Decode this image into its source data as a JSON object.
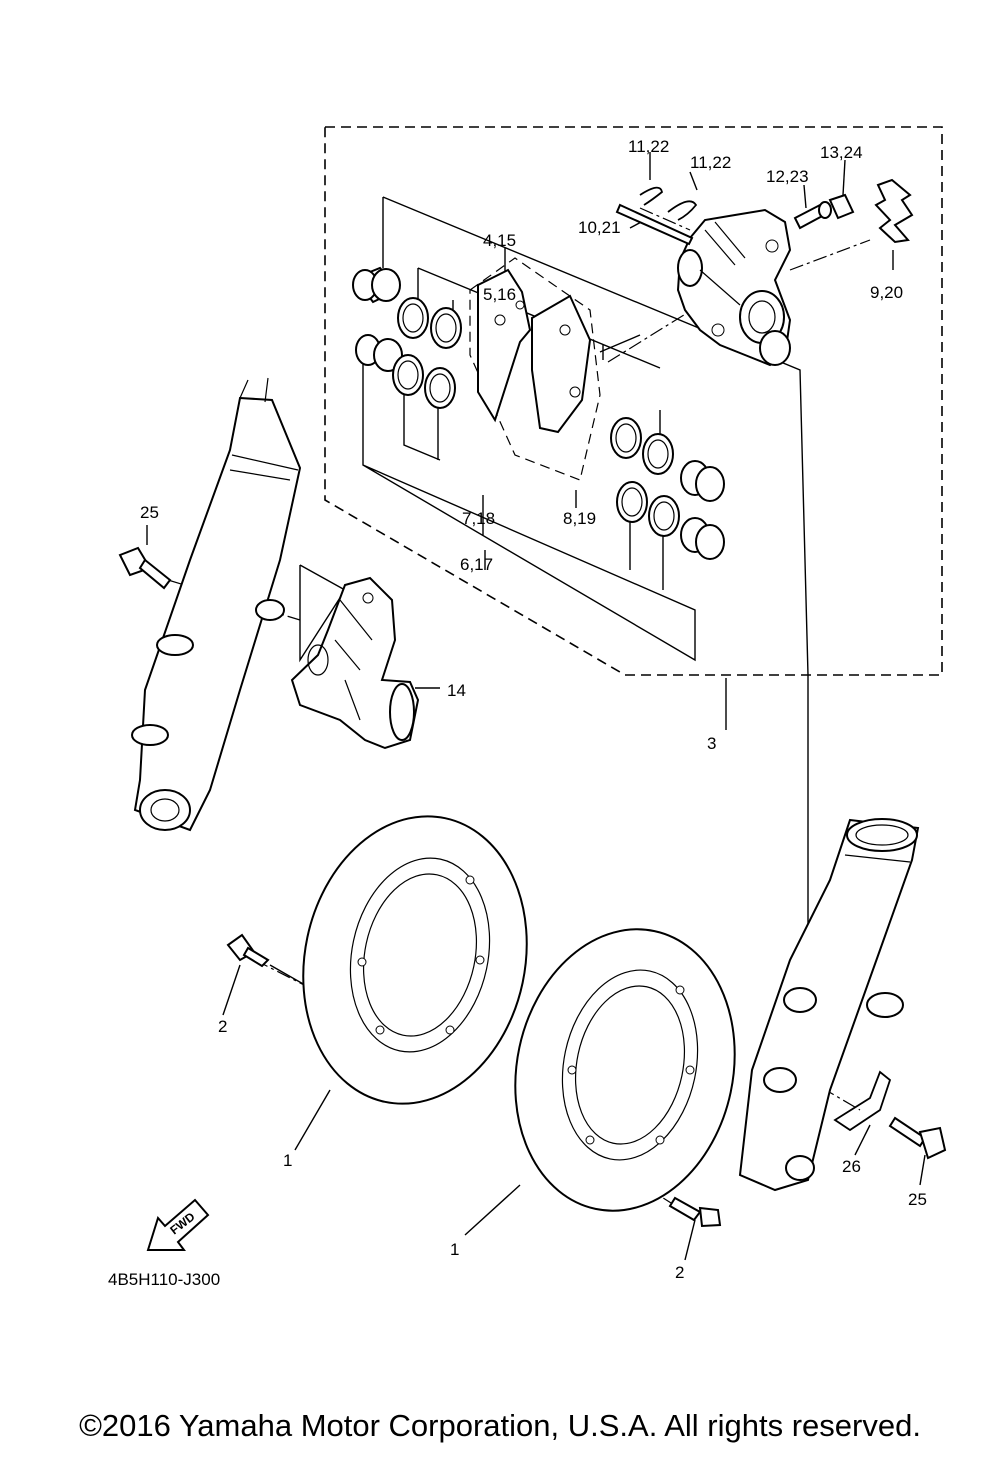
{
  "labels": {
    "l_11_22_a": "11,22",
    "l_11_22_b": "11,22",
    "l_13_24": "13,24",
    "l_12_23": "12,23",
    "l_4_15": "4,15",
    "l_5_16": "5,16",
    "l_10_21": "10,21",
    "l_9_20": "9,20",
    "l_7_18": "7,18",
    "l_8_19": "8,19",
    "l_6_17": "6,17",
    "l_25_left": "25",
    "l_14": "14",
    "l_3": "3",
    "l_2_left": "2",
    "l_1_left": "1",
    "l_1_right": "1",
    "l_2_right": "2",
    "l_26": "26",
    "l_25_right": "25",
    "fwd": "FWD",
    "diagram_code": "4B5H110-J300"
  },
  "copyright": "©2016 Yamaha Motor Corporation, U.S.A. All rights reserved."
}
